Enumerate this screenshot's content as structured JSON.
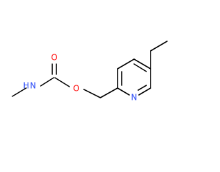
{
  "molecule": {
    "atoms": {
      "carbonyl_oxygen": {
        "label": "O",
        "color": "#ff0d0d"
      },
      "ester_oxygen": {
        "label": "O",
        "color": "#ff0d0d"
      },
      "amide_nitrogen": {
        "label": "N",
        "color": "#3050f8"
      },
      "amide_hydrogen": {
        "label": "H",
        "color": "#3050f8"
      },
      "ring_nitrogen": {
        "label": "N",
        "color": "#3050f8"
      }
    }
  }
}
